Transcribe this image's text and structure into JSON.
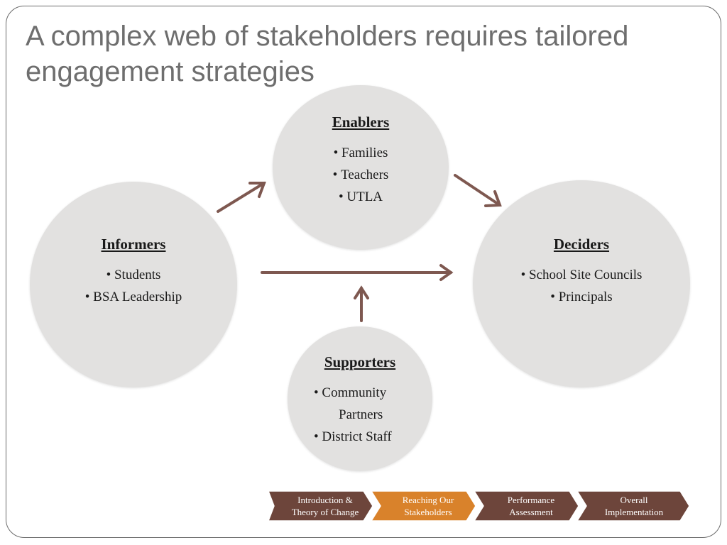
{
  "title": "A complex web of stakeholders requires tailored engagement strategies",
  "nodes": {
    "enablers": {
      "heading": "Enablers",
      "items": [
        "Families",
        "Teachers",
        "UTLA"
      ]
    },
    "informers": {
      "heading": "Informers",
      "items": [
        "Students",
        "BSA Leadership"
      ]
    },
    "deciders": {
      "heading": "Deciders",
      "items": [
        "School Site Councils",
        "Principals"
      ]
    },
    "supporters": {
      "heading": "Supporters",
      "items": [
        "Community",
        "Partners",
        "District Staff"
      ]
    }
  },
  "navigation": {
    "steps": [
      {
        "line1": "Introduction &",
        "line2": "Theory of Change"
      },
      {
        "line1": "Reaching Our",
        "line2": "Stakeholders"
      },
      {
        "line1": "Performance",
        "line2": "Assessment"
      },
      {
        "line1": "Overall",
        "line2": "Implementation"
      }
    ],
    "active_index": 1
  },
  "colors": {
    "title": "#6e6e6e",
    "circle_fill": "#e2e1e0",
    "arrow": "#7e5850",
    "nav_default": "#6d453b",
    "nav_active": "#d9822b",
    "frame": "#6b6b6b"
  }
}
